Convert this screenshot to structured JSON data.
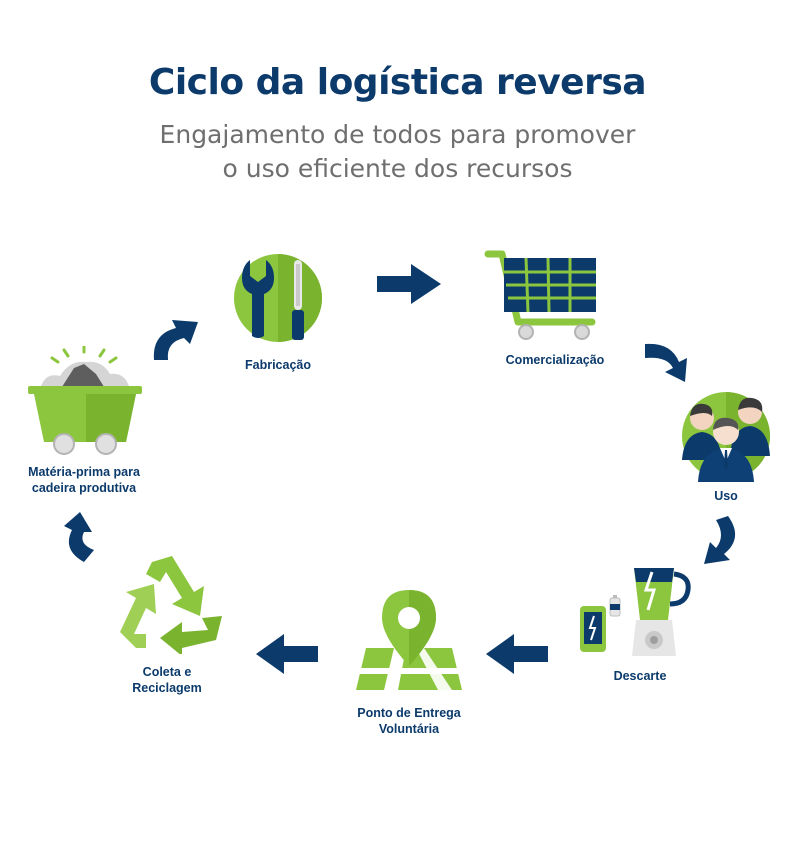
{
  "title": "Ciclo da logística reversa",
  "subtitle": [
    "Engajamento de todos para promover",
    "o uso eficiente dos recursos"
  ],
  "colors": {
    "navy": "#0b3a6b",
    "green": "#8cc63f",
    "light_green": "#b6d96e",
    "dark_green": "#5a8a2a",
    "gray_text": "#6f6f6f"
  },
  "steps": [
    {
      "id": "fabricacao",
      "icon": "wrench-screwdriver-icon",
      "label_lines": [
        "Fabricação"
      ]
    },
    {
      "id": "comercializacao",
      "icon": "shopping-cart-icon",
      "label_lines": [
        "Comercialização"
      ]
    },
    {
      "id": "uso",
      "icon": "people-icon",
      "label_lines": [
        "Uso"
      ]
    },
    {
      "id": "descarte",
      "icon": "discarded-electronics-icon",
      "label_lines": [
        "Descarte"
      ]
    },
    {
      "id": "ponto_de_entrega",
      "icon": "map-pin-icon",
      "label_lines": [
        "Ponto de Entrega",
        "Voluntária"
      ]
    },
    {
      "id": "coleta",
      "icon": "recycle-icon",
      "label_lines": [
        "Coleta e",
        "Reciclagem"
      ]
    },
    {
      "id": "materia_prima",
      "icon": "mine-cart-icon",
      "label_lines": [
        "Matéria-prima para",
        "cadeira produtiva"
      ]
    }
  ]
}
